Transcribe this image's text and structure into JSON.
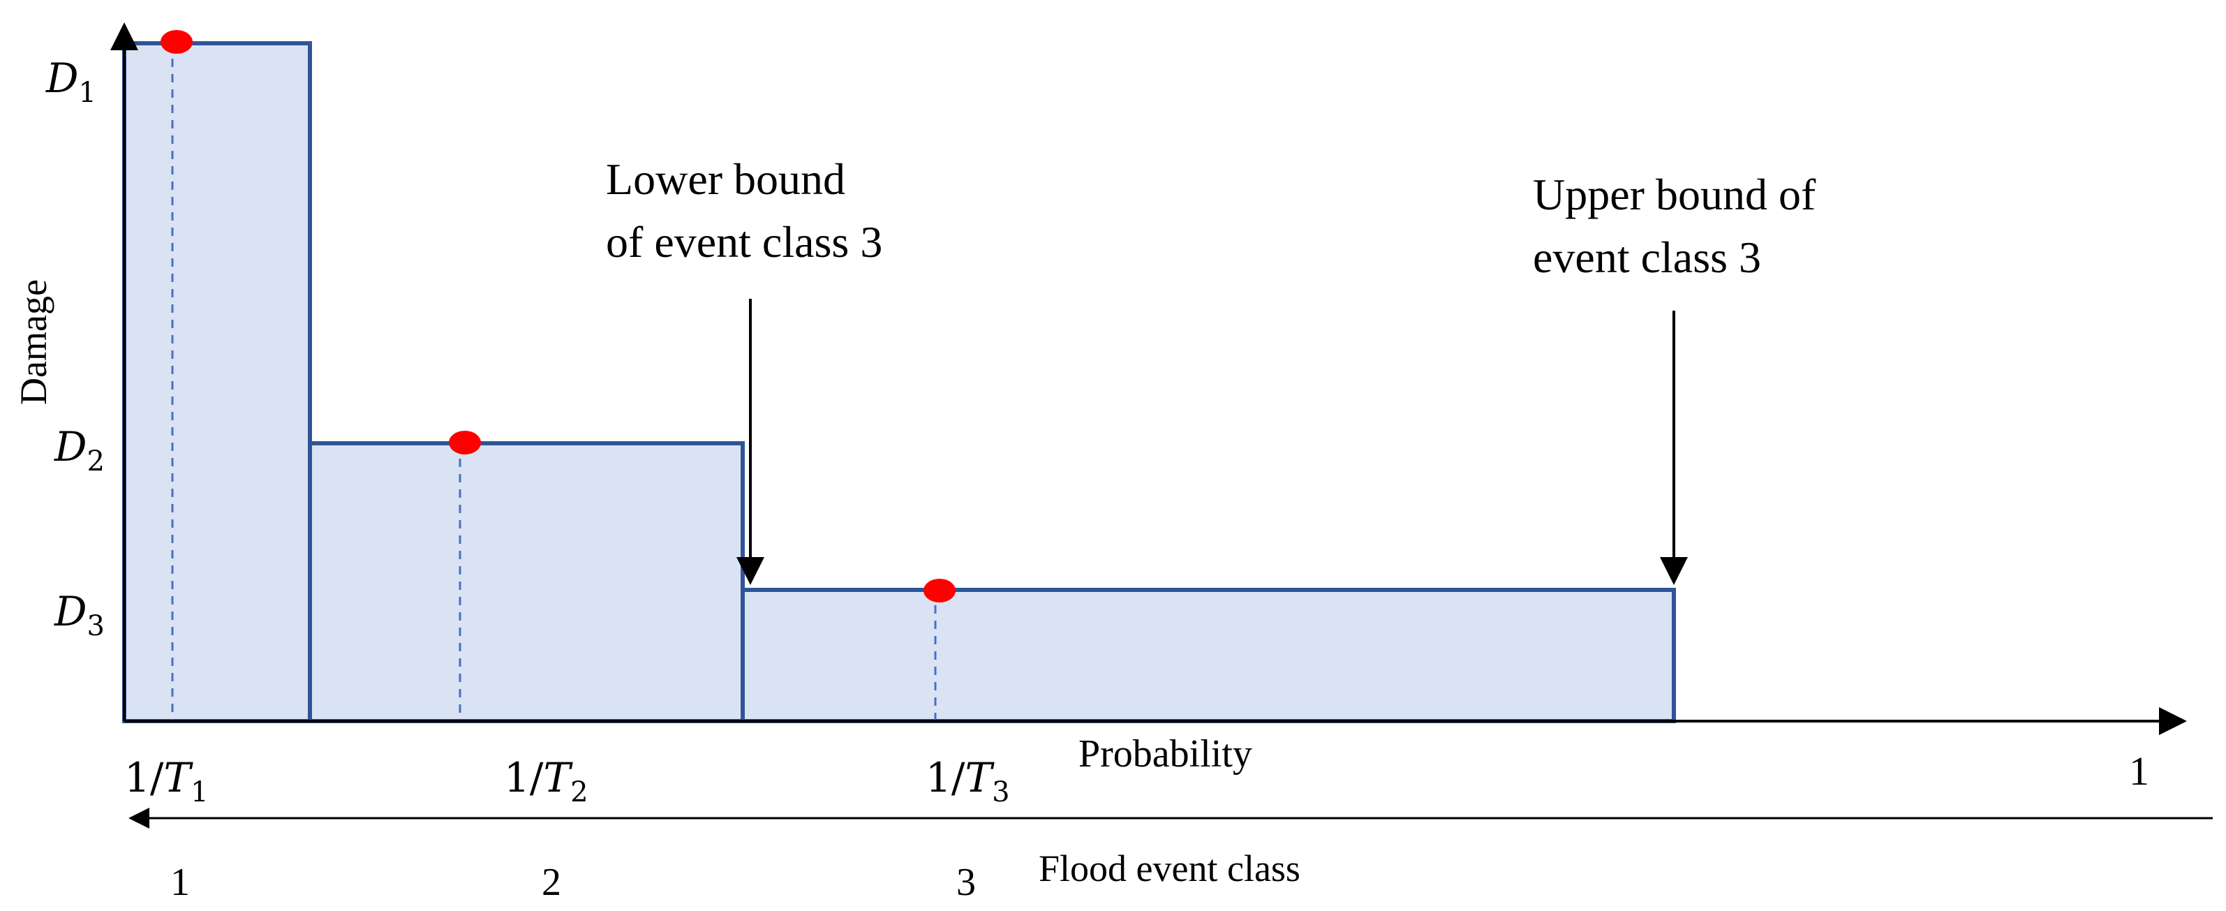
{
  "y_axis": {
    "label": "Damage"
  },
  "x_axis": {
    "label": "Probability",
    "end_label": "1"
  },
  "class_axis": {
    "label": "Flood event class"
  },
  "damage_labels": [
    {
      "var": "D",
      "sub": "1"
    },
    {
      "var": "D",
      "sub": "2"
    },
    {
      "var": "D",
      "sub": "3"
    }
  ],
  "probability_labels": [
    {
      "prefix": "1/",
      "var": "T",
      "sub": "1"
    },
    {
      "prefix": "1/",
      "var": "T",
      "sub": "2"
    },
    {
      "prefix": "1/",
      "var": "T",
      "sub": "3"
    }
  ],
  "class_labels": [
    "1",
    "2",
    "3"
  ],
  "annotations": {
    "lower_bound": [
      "Lower bound",
      "of event class 3"
    ],
    "upper_bound": [
      "Upper bound of",
      "event class 3"
    ]
  },
  "colors": {
    "bar_fill": "#dae3f3",
    "bar_stroke": "#2f5597",
    "dot": "#ff0000",
    "dashed": "#4472c4",
    "axis": "#000000"
  }
}
